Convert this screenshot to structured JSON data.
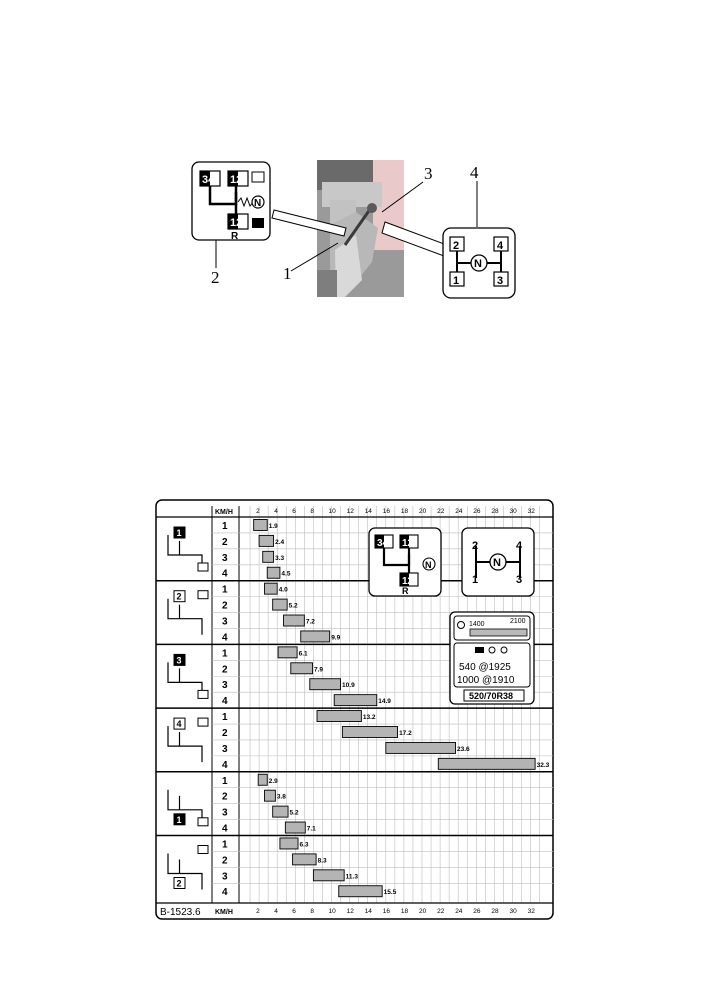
{
  "figure_top": {
    "callouts": [
      "1",
      "2",
      "3",
      "4"
    ],
    "shift_pattern_numbers": [
      "2",
      "4",
      "1",
      "3"
    ],
    "neutral": "N",
    "range_gates": {
      "g34": "34",
      "g12a": "12",
      "g12b": "12",
      "reverse": "R"
    }
  },
  "chart": {
    "header_unit": "KM/H",
    "footer_unit": "KM/H",
    "footer_code": "B-1523.6",
    "axis_ticks": [
      "2",
      "4",
      "6",
      "8",
      "10",
      "12",
      "14",
      "16",
      "18",
      "20",
      "22",
      "24",
      "26",
      "28",
      "30",
      "32"
    ],
    "gear_labels": [
      "1",
      "2",
      "3",
      "4"
    ],
    "range_icon_numbers": [
      "1",
      "2",
      "3",
      "4",
      "1",
      "2"
    ],
    "rpm_low": "1400",
    "rpm_high": "2100",
    "pto_540": "540 @1925",
    "pto_1000": "1000 @1910",
    "tyre": "520/70R38"
  },
  "chart_data": {
    "type": "bar",
    "xlabel": "KM/H",
    "xlim": [
      0,
      33
    ],
    "groups": [
      {
        "ranges": [
          [
            1.4,
            2.9
          ],
          [
            2.0,
            3.6
          ],
          [
            2.4,
            3.6
          ],
          [
            2.9,
            4.3
          ]
        ],
        "labels": [
          "1.9",
          "2.4",
          "3.3",
          "4.5"
        ]
      },
      {
        "ranges": [
          [
            2.6,
            4.0
          ],
          [
            3.5,
            5.1
          ],
          [
            4.7,
            7.0
          ],
          [
            6.6,
            9.8
          ]
        ],
        "labels": [
          "4.0",
          "5.2",
          "7.2",
          "9.9"
        ]
      },
      {
        "ranges": [
          [
            4.1,
            6.2
          ],
          [
            5.5,
            7.9
          ],
          [
            7.6,
            11.0
          ],
          [
            10.3,
            15.0
          ]
        ],
        "labels": [
          "6.1",
          "7.9",
          "10.9",
          "14.9"
        ]
      },
      {
        "ranges": [
          [
            8.4,
            13.3
          ],
          [
            11.2,
            17.3
          ],
          [
            16.0,
            23.7
          ],
          [
            21.8,
            32.5
          ]
        ],
        "labels": [
          "13.2",
          "17.2",
          "23.6",
          "32.3"
        ]
      },
      {
        "ranges": [
          [
            1.9,
            2.9
          ],
          [
            2.6,
            3.8
          ],
          [
            3.5,
            5.2
          ],
          [
            4.9,
            7.1
          ]
        ],
        "labels": [
          "2.9",
          "3.8",
          "5.2",
          "7.1"
        ]
      },
      {
        "ranges": [
          [
            4.3,
            6.3
          ],
          [
            5.7,
            8.3
          ],
          [
            8.0,
            11.4
          ],
          [
            10.8,
            15.6
          ]
        ],
        "labels": [
          "6.3",
          "8.3",
          "11.3",
          "15.5"
        ]
      }
    ]
  }
}
